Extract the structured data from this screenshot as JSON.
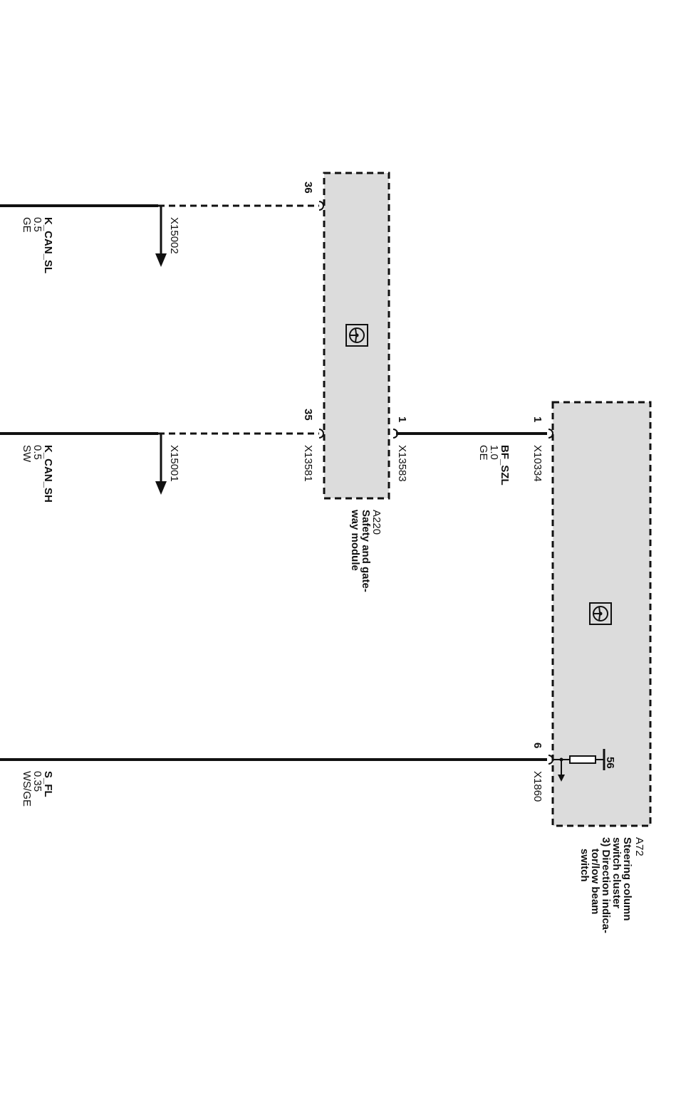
{
  "wires": {
    "k_can_sl": {
      "signal": "K_CAN_SL",
      "gauge": "0.5",
      "color": "GE",
      "connector": "X15002",
      "pin": "36"
    },
    "k_can_sh": {
      "signal": "K_CAN_SH",
      "gauge": "0.5",
      "color": "SW",
      "connector": "X15001",
      "pin": "35"
    },
    "bf_szl": {
      "signal": "BF_SZL",
      "gauge": "1.0",
      "color": "GE",
      "pin_left": "1",
      "pin_right": "1"
    },
    "s_fl": {
      "signal": "S_FL",
      "gauge": "0.35",
      "color": "WS/GE",
      "pin": "6"
    }
  },
  "connectors": {
    "x13581": "X13581",
    "x13583": "X13583",
    "x10334": "X10334",
    "x1860": "X1860"
  },
  "modules": {
    "a220": {
      "id": "A220",
      "desc_line1": "Safety and gate-",
      "desc_line2": "way module"
    },
    "a72": {
      "id": "A72",
      "desc_line1": "Steering column",
      "desc_line2": "switch cluster",
      "desc_line3": "3) Direction indica-",
      "desc_line4": "tor/low beam",
      "desc_line5": "switch",
      "internal_pin": "56"
    }
  },
  "icons": [
    "steering-wheel-icon",
    "ground-arrow-icon"
  ]
}
